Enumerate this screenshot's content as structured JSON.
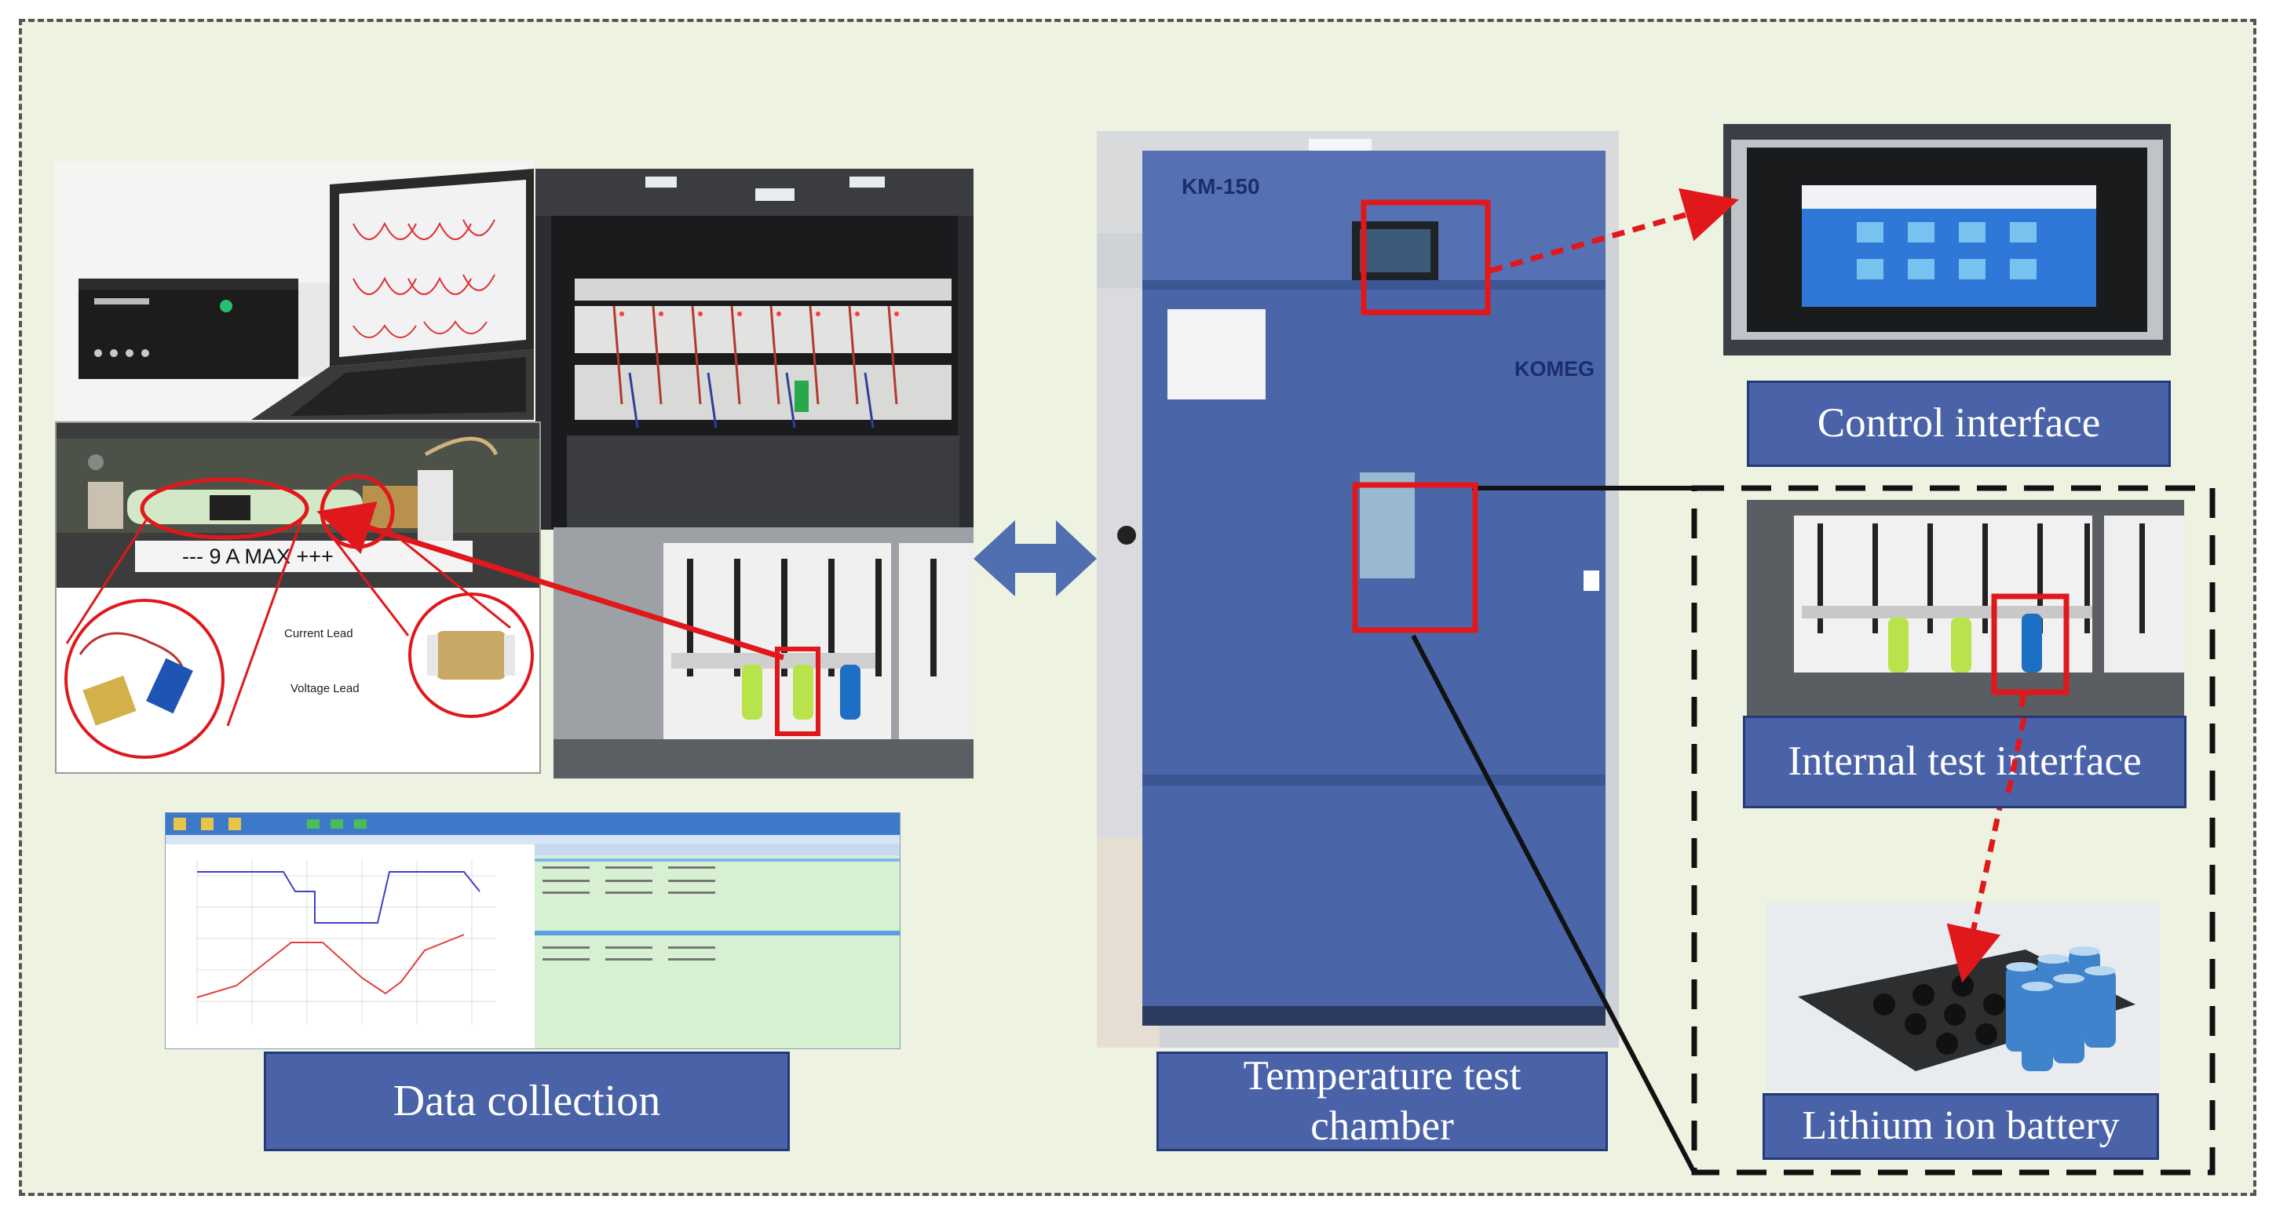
{
  "labels": {
    "data_collection": "Data collection",
    "chamber": "Temperature test chamber",
    "control": "Control interface",
    "internal": "Internal test interface",
    "battery": "Lithium ion battery"
  },
  "photo_text": {
    "chamber_model": "KM-150",
    "chamber_brand": "KOMEG",
    "fixture_rating": "--- 9 A MAX +++",
    "current_lead": "Current Lead",
    "voltage_lead": "Voltage Lead"
  },
  "colors": {
    "panel_bg": "#edf2e1",
    "label_fill": "#4a63a8",
    "highlight_red": "#e0181b",
    "chamber_blue": "#4a66a9",
    "arrow_blue": "#4f6fb0"
  }
}
